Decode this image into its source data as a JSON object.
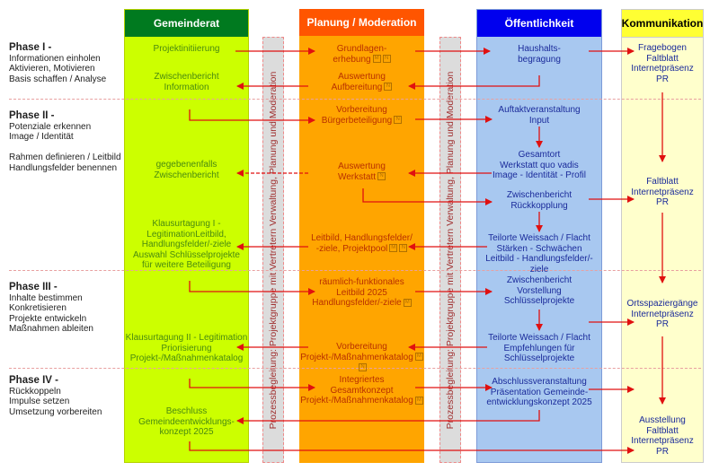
{
  "columns": {
    "gemeinderat": "Gemeinderat",
    "planung": "Planung / Moderation",
    "oeffentlichkeit": "Öffentlichkeit",
    "kommunikation": "Kommunikation"
  },
  "side_bar_text": "Prozessbegleitung: Projektgruppe mit Vertretern Verwaltung, Planung und Moderation",
  "phases": [
    {
      "title": "Phase I -",
      "text": "Informationen  einholen\nAktivieren, Motivieren\nBasis schaffen / Analyse"
    },
    {
      "title": "Phase II -",
      "text": "Potenziale erkennen\nImage / Identität\n\nRahmen definieren / Leitbild\nHandlungsfelder benennen"
    },
    {
      "title": "Phase III -",
      "text": "Inhalte bestimmen\nKonkretisieren\nProjekte entwickeln\nMaßnahmen ableiten"
    },
    {
      "title": "Phase IV -",
      "text": "Rückkoppeln\nImpulse setzen\nUmsetzung vorbereiten"
    }
  ],
  "gemeinderat": [
    "Projektinitiierung",
    "Zwischenbericht\nInformation",
    "gegebenenfalls\nZwischenbericht",
    "Klausurtagung I -\nLegitimationLeitbild,\nHandlungsfelder/-ziele\nAuswahl Schlüsselprojekte\nfür weitere Beteiligung",
    "Klausurtagung II - Legitimation\nPriorisierung\nProjekt-/Maßnahmenkatalog",
    "Beschluss\nGemeindeentwicklungs-\nkonzept 2025"
  ],
  "planung": [
    "Grundlagen-\nerhebung",
    "Auswertung\nAufbereitung",
    "Vorbereitung\nBürgerbeteiligung",
    "Auswertung\nWerkstatt",
    "Leitbild, Handlungsfelder/\n-ziele, Projektpool",
    "räumlich-funktionales\nLeitbild 2025\nHandlungsfelder/-ziele",
    "Vorbereitung\nProjekt-/Maßnahmenkatalog",
    "Integriertes\nGesamtkonzept\nProjekt-/Maßnahmenkatalog"
  ],
  "badges": {
    "m": "M",
    "n": "N"
  },
  "oeffentlichkeit": [
    "Haushalts-\nbegragung",
    "Auftaktveranstaltung\nInput",
    "Gesamtort\nWerkstatt quo vadis\nImage - Identität - Profil",
    "Zwischenbericht\nRückkopplung",
    "Teilorte Weissach / Flacht\nStärken - Schwächen\nLeitbild - Handlungsfelder/-ziele",
    "Zwischenbericht\nVorstellung\nSchlüsselprojekte",
    "Teilorte Weissach / Flacht\nEmpfehlungen für\nSchlüsselprojekte",
    "Abschlussveranstaltung\nPräsentation Gemeinde-\nentwicklungskonzept 2025"
  ],
  "kommunikation": [
    "Fragebogen\nFaltblatt\nInternetpräsenz\nPR",
    "Faltblatt\nInternetpräsenz\nPR",
    "Ortsspaziergänge\nInternetpräsenz\nPR",
    "Ausstellung\nFaltblatt\nInternetpräsenz\nPR"
  ],
  "colors": {
    "arrow": "#e01010"
  }
}
